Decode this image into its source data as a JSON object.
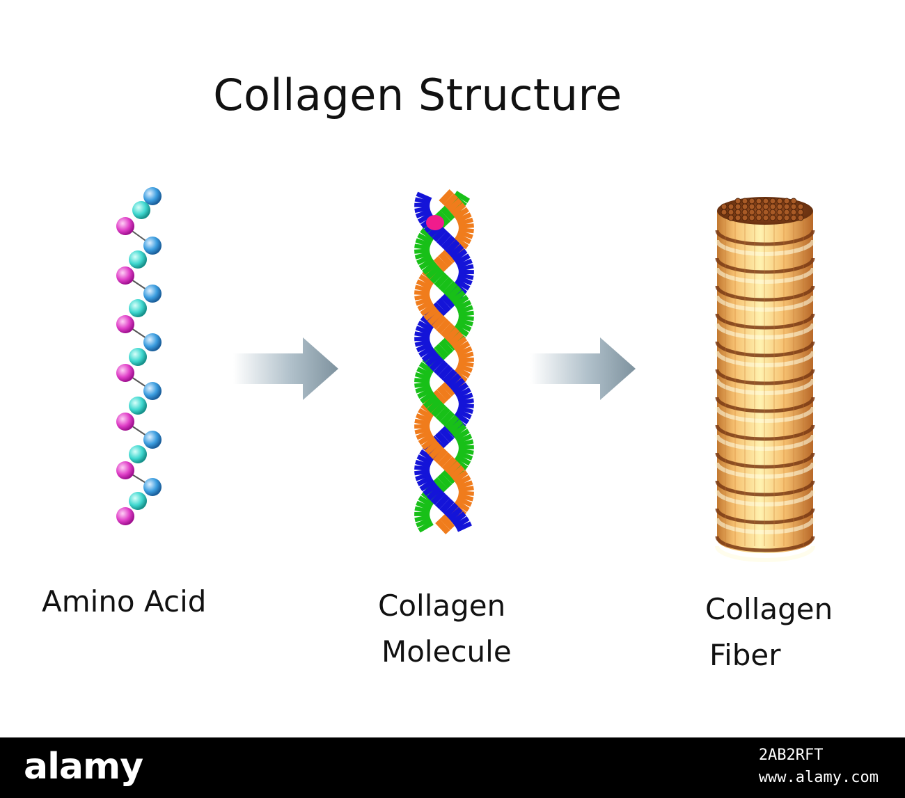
{
  "title": "Collagen Structure",
  "stages": [
    {
      "line1": "Amino  Acid",
      "line2": ""
    },
    {
      "line1": "Collagen",
      "line2": "Molecule"
    },
    {
      "line1": "Collagen",
      "line2": "Fiber"
    }
  ],
  "footer": {
    "logo": "alamy",
    "image_id": "2AB2RFT",
    "site": "www.alamy.com"
  },
  "colors": {
    "bead_pink": "#e040c8",
    "bead_cyan": "#40d8d0",
    "bead_blue": "#3c9ee0",
    "strand_orange": "#f07c1c",
    "strand_blue": "#1414d8",
    "strand_green": "#18c018",
    "arrow": "#8a9eaa",
    "fiber_cap": "#7a3a14",
    "fiber_body": "#f4b060"
  }
}
